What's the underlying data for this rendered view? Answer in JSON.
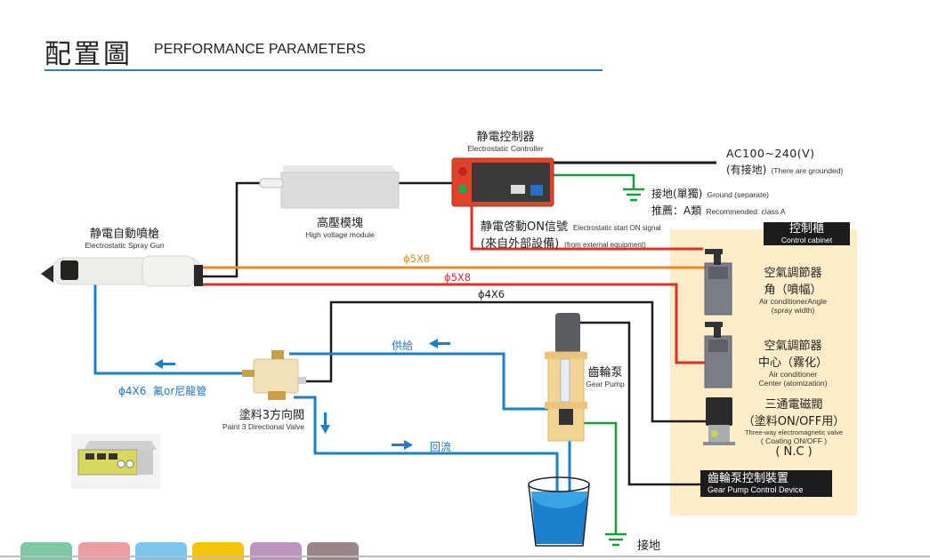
{
  "header": {
    "title_cn": "配置圖",
    "title_en": "PERFORMANCE PARAMETERS"
  },
  "components": {
    "controller": {
      "cn": "静電控制器",
      "en": "Electrostatic Controller"
    },
    "hv_module": {
      "cn": "高壓模塊",
      "en": "High voltage module"
    },
    "spray_gun": {
      "cn": "静電自動噴槍",
      "en": "Electrostatic Spray Gun"
    },
    "start_signal": {
      "cn_line1": "静電啓動ON信號",
      "cn_line2": "(來自外部設備)",
      "en_line1": "Electrostatic start ON signal",
      "en_line2": "(from external equipment)"
    },
    "power": {
      "line1": "AC100~240(V)",
      "line2_cn": "(有接地)",
      "line2_en": "(There are grounded)"
    },
    "ground_sep": {
      "cn_line1": "接地(單獨)",
      "en_line1": "Ground (separate)",
      "cn_line2": "推薦：A類",
      "en_line2": "Recommended: class A"
    },
    "cabinet": {
      "cn": "控制櫃",
      "en": "Control cabinet"
    },
    "reg_angle": {
      "cn_line1": "空氣調節器",
      "cn_line2": "角（噴幅）",
      "en_line1": "Air conditionerAngle",
      "en_line2": "(spray width)"
    },
    "reg_center": {
      "cn_line1": "空氣調節器",
      "cn_line2": "中心（霧化）",
      "en_line1": "Air conditioner",
      "en_line2": "Center (atomization)"
    },
    "solenoid": {
      "cn_line1": "三通電磁閥",
      "cn_line2": "（塗料ON/OFF用）",
      "en_line1": "Three-way electromagnetic valve",
      "en_line2": "( Coating ON/OFF )",
      "en_line3": "( N.C )"
    },
    "gear_pump_ctrl": {
      "cn": "齒輪泵控制裝置",
      "en": "Gear Pump Control Device"
    },
    "gear_pump": {
      "cn": "齒輪泵",
      "en": "Gear Pump"
    },
    "paint_valve": {
      "cn": "塗料3方向閥",
      "en": "Paint 3 Directional Valve"
    },
    "ground_bucket": {
      "cn": "接地"
    }
  },
  "pipes": {
    "orange": "ϕ5X8",
    "red": "ϕ5X8",
    "black": "ϕ4X6",
    "blue_gun": "ϕ4X6  氟or尼龍管",
    "supply": "供給",
    "return": "回流"
  },
  "colors": {
    "accent_blue": "#1a86d0",
    "pipe_blue": "#1a7fcc",
    "pipe_orange": "#e8892c",
    "pipe_red": "#e0302a",
    "wire_black": "#1c1c1c",
    "ground_green": "#1d9a3c",
    "cabinet_bg": "#fdedc8"
  },
  "footer_tabs": [
    {
      "color": "#7fc8a2"
    },
    {
      "color": "#ee9ca3"
    },
    {
      "color": "#7cc6ee"
    },
    {
      "color": "#f7c20c"
    },
    {
      "color": "#bf93c0"
    },
    {
      "color": "#9a8688"
    }
  ]
}
